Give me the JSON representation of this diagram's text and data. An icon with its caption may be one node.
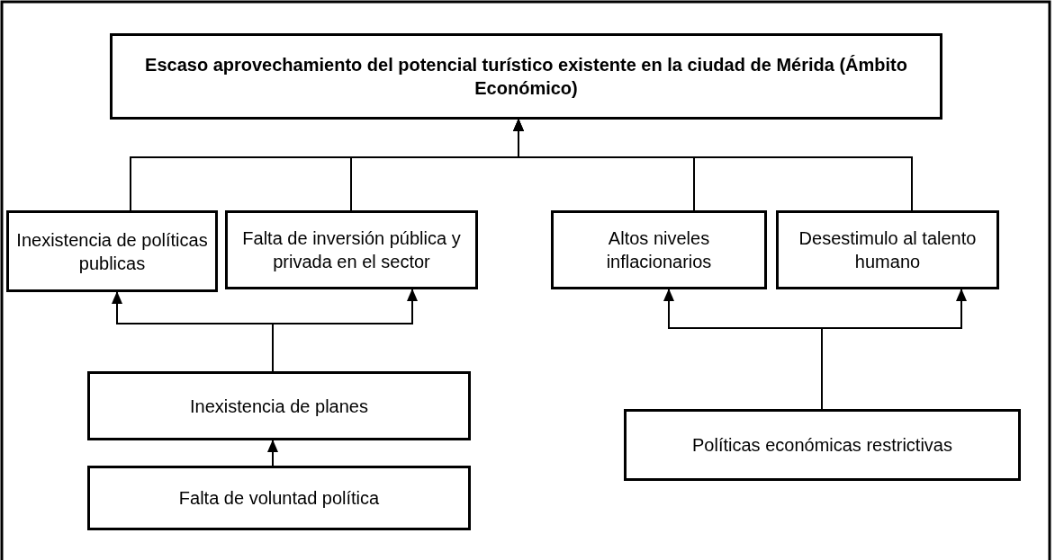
{
  "diagram": {
    "nodes": [
      {
        "text": [
          "Escaso aprovechamiento del potencial turístico existente en la ciudad de Mérida (Ámbito Económico)"
        ]
      },
      {
        "text": [
          "Inexistencia de políticas publicas"
        ]
      },
      {
        "text": [
          "Falta de inversión pública y privada en el sector"
        ]
      },
      {
        "text": [
          "Altos niveles inflacionarios"
        ]
      },
      {
        "text": [
          "Desestimulo al talento humano"
        ]
      },
      {
        "text": [
          "Inexistencia de planes"
        ]
      },
      {
        "text": [
          "Falta de voluntad política"
        ]
      },
      {
        "text": [
          "Políticas económicas restrictivas"
        ]
      }
    ],
    "edges": [
      {
        "from": 1,
        "to": 0,
        "arrow": "to"
      },
      {
        "from": 2,
        "to": 0,
        "arrow": "to"
      },
      {
        "from": 3,
        "to": 0,
        "arrow": "to"
      },
      {
        "from": 4,
        "to": 0,
        "arrow": "to"
      },
      {
        "from": 5,
        "to": 1,
        "arrow": "to"
      },
      {
        "from": 5,
        "to": 2,
        "arrow": "to"
      },
      {
        "from": 6,
        "to": 5,
        "arrow": "to"
      },
      {
        "from": 7,
        "to": 3,
        "arrow": "to"
      },
      {
        "from": 7,
        "to": 4,
        "arrow": "to"
      }
    ]
  }
}
